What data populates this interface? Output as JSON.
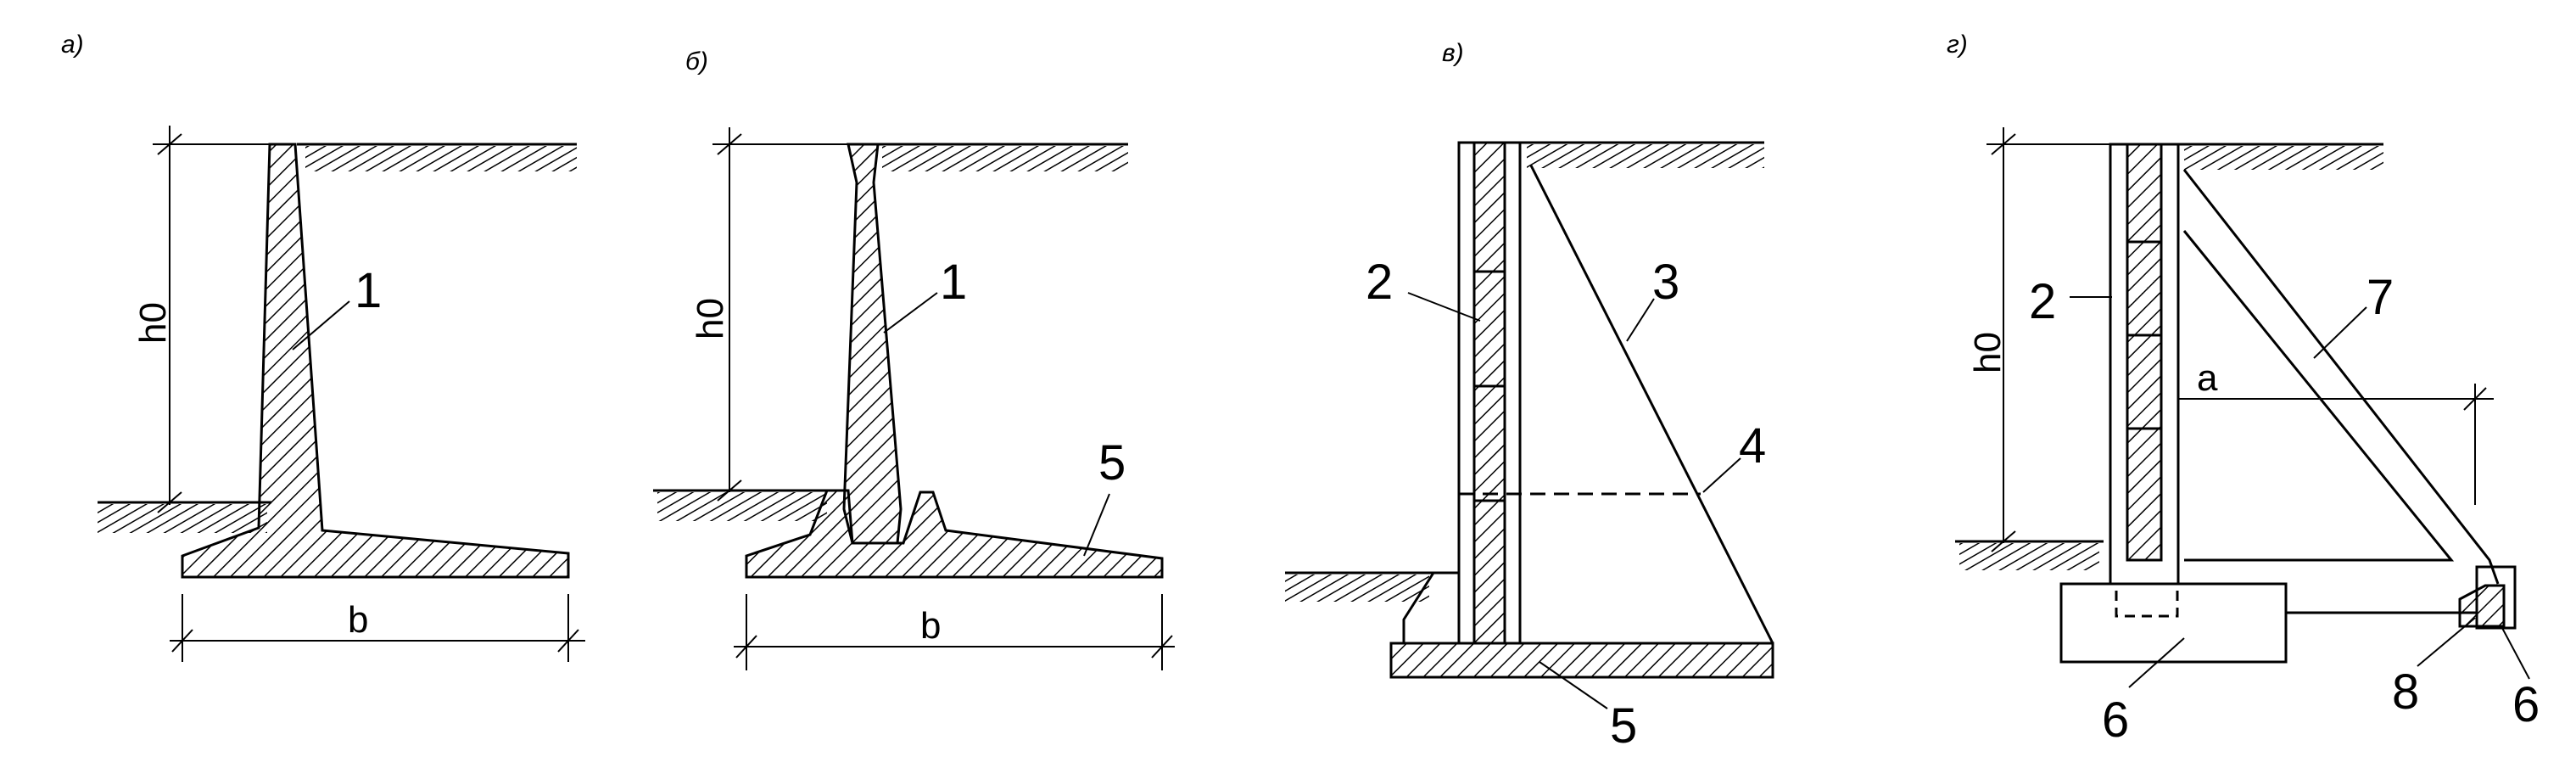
{
  "panels": {
    "a": {
      "tag": "а)",
      "dim_height": "h0",
      "dim_width": "b",
      "callouts": [
        "1"
      ]
    },
    "b": {
      "tag": "б)",
      "dim_height": "h0",
      "dim_width": "b",
      "callouts": [
        "1",
        "5"
      ]
    },
    "c": {
      "tag": "в)",
      "callouts": [
        "2",
        "3",
        "4",
        "5"
      ]
    },
    "d": {
      "tag": "г)",
      "dim_height": "h0",
      "dim_offset": "a",
      "callouts": [
        "2",
        "7",
        "6",
        "8",
        "6"
      ]
    }
  }
}
